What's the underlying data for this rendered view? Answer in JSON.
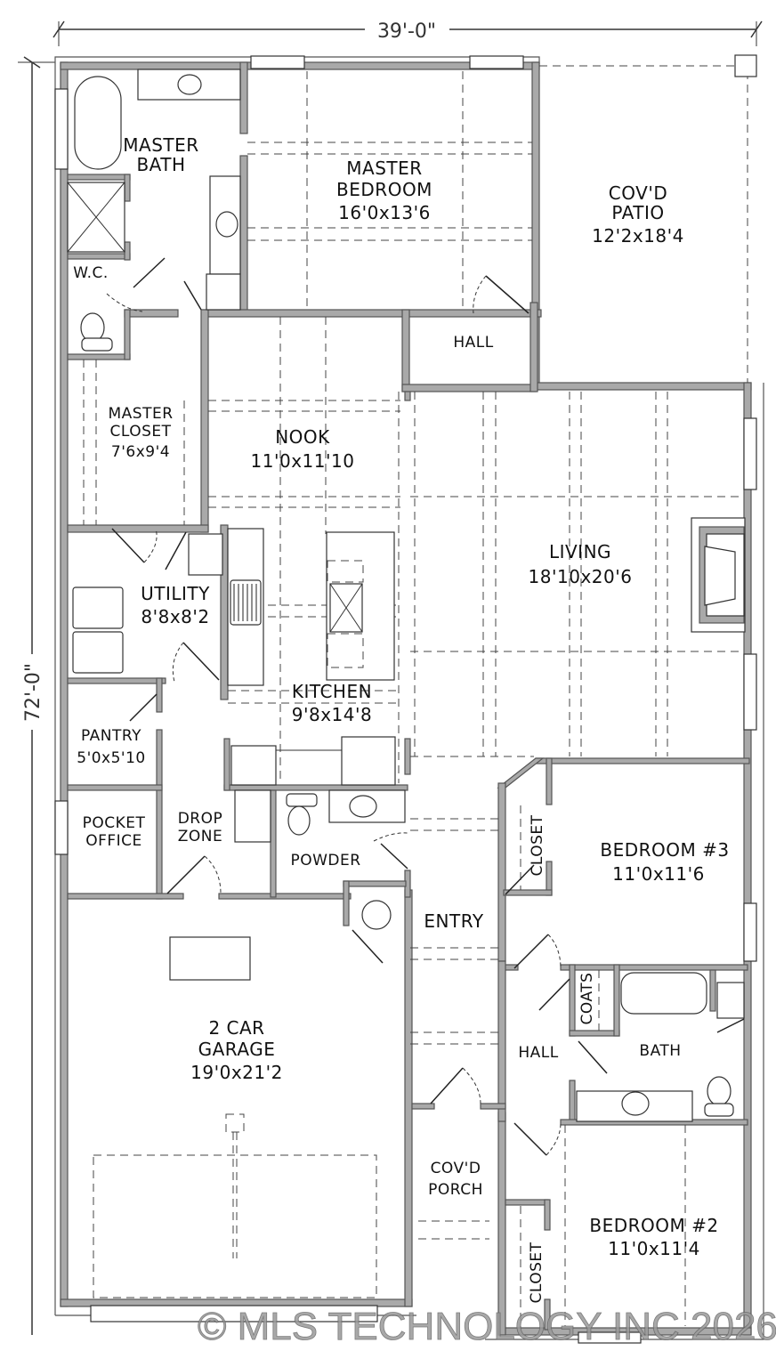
{
  "plan": {
    "overall_width": "39'-0\"",
    "overall_depth": "72'-0\"",
    "watermark": "© MLS TECHNOLOGY INC 2026"
  },
  "rooms": {
    "master_bath": {
      "name_line1": "MASTER",
      "name_line2": "BATH"
    },
    "master_bedroom": {
      "name_line1": "MASTER",
      "name_line2": "BEDROOM",
      "size": "16'0x13'6"
    },
    "covd_patio": {
      "name_line1": "COV'D",
      "name_line2": "PATIO",
      "size": "12'2x18'4"
    },
    "wc": {
      "name": "W.C."
    },
    "hall_upper": {
      "name": "HALL"
    },
    "master_closet": {
      "name_line1": "MASTER",
      "name_line2": "CLOSET",
      "size": "7'6x9'4"
    },
    "nook": {
      "name": "NOOK",
      "size": "11'0x11'10"
    },
    "living": {
      "name": "LIVING",
      "size": "18'10x20'6"
    },
    "utility": {
      "name": "UTILITY",
      "size": "8'8x8'2"
    },
    "kitchen": {
      "name": "KITCHEN",
      "size": "9'8x14'8"
    },
    "pantry": {
      "name": "PANTRY",
      "size": "5'0x5'10"
    },
    "pocket_office": {
      "name_line1": "POCKET",
      "name_line2": "OFFICE"
    },
    "drop_zone": {
      "name_line1": "DROP",
      "name_line2": "ZONE"
    },
    "powder": {
      "name": "POWDER"
    },
    "entry": {
      "name": "ENTRY"
    },
    "bedroom3": {
      "name": "BEDROOM #3",
      "size": "11'0x11'6",
      "closet": "CLOSET"
    },
    "coats": {
      "name": "COATS"
    },
    "hall_lower": {
      "name": "HALL"
    },
    "bath": {
      "name": "BATH"
    },
    "garage": {
      "name_line1": "2 CAR",
      "name_line2": "GARAGE",
      "size": "19'0x21'2"
    },
    "covd_porch": {
      "name_line1": "COV'D",
      "name_line2": "PORCH"
    },
    "bedroom2": {
      "name": "BEDROOM #2",
      "size": "11'0x11'4",
      "closet": "CLOSET"
    }
  }
}
